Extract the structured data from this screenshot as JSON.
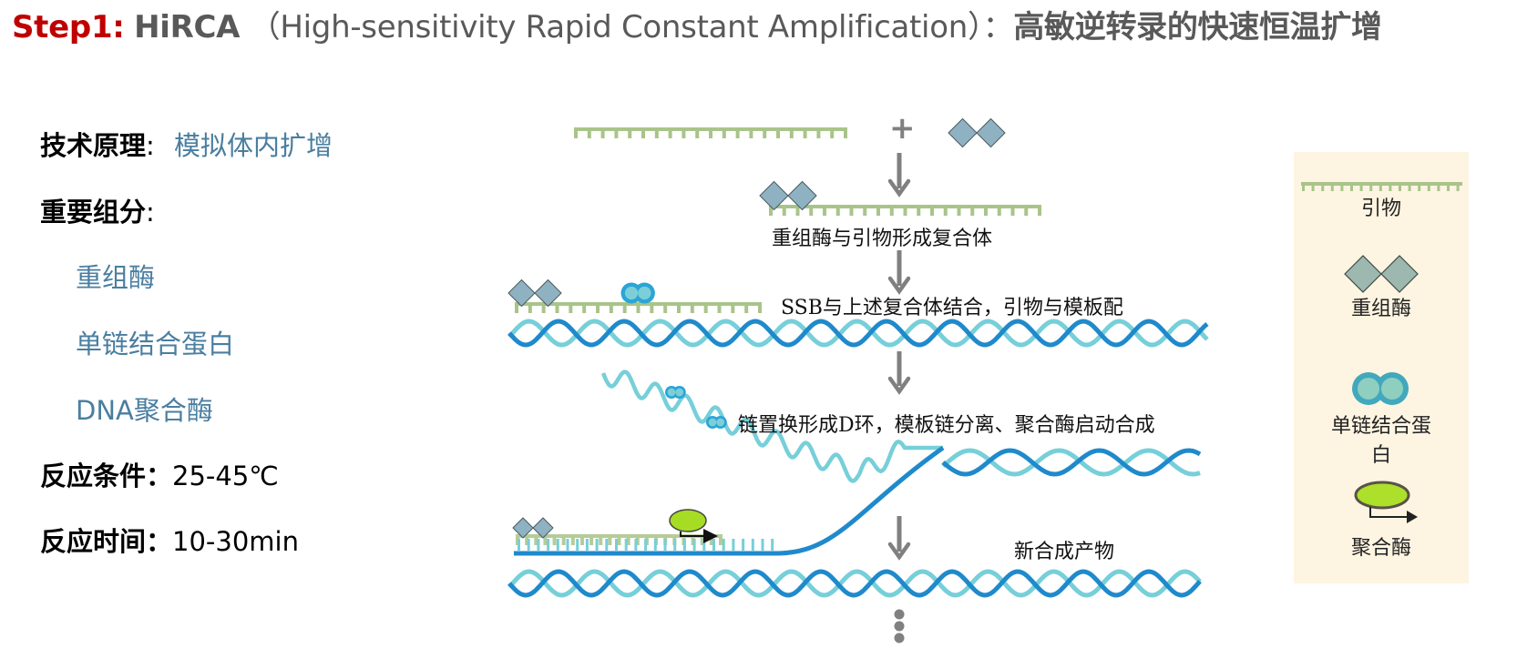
{
  "header": {
    "step": "Step1:",
    "name": "HiRCA",
    "full_name": "（High-sensitivity Rapid Constant Amplification）：",
    "chinese_name": "高敏逆转录的快速恒温扩增"
  },
  "info": {
    "principle_label": "技术原理",
    "principle_value": "模拟体内扩增",
    "components_label": "重要组分",
    "components": [
      "重组酶",
      "单链结合蛋白",
      "DNA聚合酶"
    ],
    "condition_label": "反应条件：",
    "condition_value": "25-45℃",
    "time_label": "反应时间：",
    "time_value": "10-30min",
    "colon": ":"
  },
  "diagram": {
    "plus_symbol": "+",
    "step_labels": [
      "重组酶与引物形成复合体",
      "SSB与上述复合体结合，引物与模板配",
      "链置换形成D环，模板链分离、聚合酶启动合成",
      "新合成产物"
    ],
    "colors": {
      "primer": "#a9c48a",
      "recombinase": "#8fb2c2",
      "ssb_outer": "#2aa5d6",
      "ssb_inner": "#7ccfd8",
      "dna_dark": "#1f8acb",
      "dna_light": "#76cfd9",
      "polymerase": "#a6dc24",
      "arrow": "#808080"
    }
  },
  "legend": {
    "items": [
      {
        "icon": "primer-icon",
        "label": "引物"
      },
      {
        "icon": "recombinase-icon",
        "label": "重组酶"
      },
      {
        "icon": "ssb-icon",
        "label": "单链结合蛋白",
        "label_line1": "单链结合蛋",
        "label_line2": "白"
      },
      {
        "icon": "polymerase-icon",
        "label": "聚合酶"
      }
    ],
    "background": "#fdf4e1"
  }
}
